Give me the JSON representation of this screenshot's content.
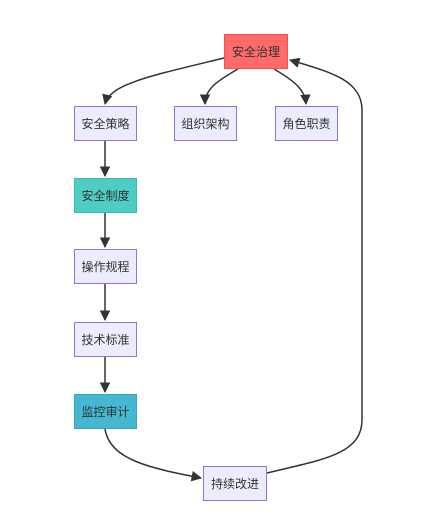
{
  "diagram": {
    "nodes": [
      {
        "id": "governance",
        "label": "安全治理",
        "fill": "#ff6b6b",
        "stroke": "#ff4d4d"
      },
      {
        "id": "strategy",
        "label": "安全策略",
        "fill": "#ececff",
        "stroke": "#9370db"
      },
      {
        "id": "org",
        "label": "组织架构",
        "fill": "#ececff",
        "stroke": "#9370db"
      },
      {
        "id": "role",
        "label": "角色职责",
        "fill": "#ececff",
        "stroke": "#9370db"
      },
      {
        "id": "policy",
        "label": "安全制度",
        "fill": "#4ecdc4",
        "stroke": "#3fb8b0"
      },
      {
        "id": "procedure",
        "label": "操作规程",
        "fill": "#ececff",
        "stroke": "#9370db"
      },
      {
        "id": "standard",
        "label": "技术标准",
        "fill": "#ececff",
        "stroke": "#9370db"
      },
      {
        "id": "audit",
        "label": "监控审计",
        "fill": "#45b7d1",
        "stroke": "#3aa3bb"
      },
      {
        "id": "improve",
        "label": "持续改进",
        "fill": "#ececff",
        "stroke": "#9370db"
      }
    ],
    "edges": [
      {
        "from": "governance",
        "to": "strategy"
      },
      {
        "from": "governance",
        "to": "org"
      },
      {
        "from": "governance",
        "to": "role"
      },
      {
        "from": "strategy",
        "to": "policy"
      },
      {
        "from": "policy",
        "to": "procedure"
      },
      {
        "from": "procedure",
        "to": "standard"
      },
      {
        "from": "standard",
        "to": "audit"
      },
      {
        "from": "audit",
        "to": "improve"
      },
      {
        "from": "improve",
        "to": "governance"
      }
    ],
    "edge_color": "#333333"
  }
}
